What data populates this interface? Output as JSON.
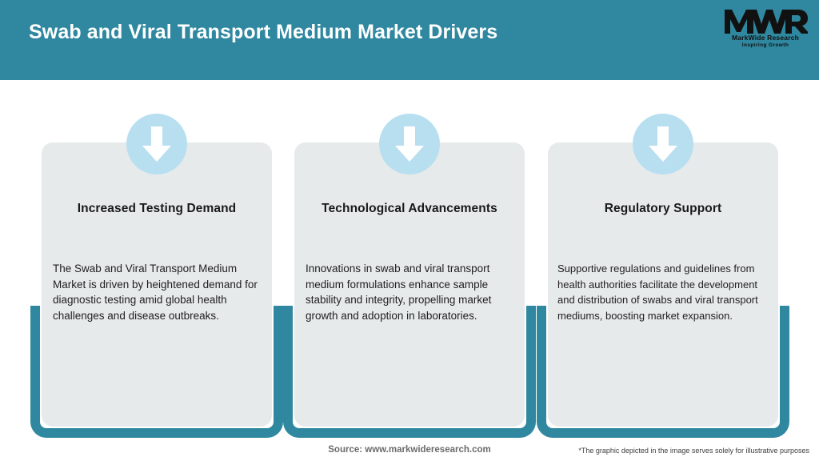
{
  "header": {
    "title": "Swab and Viral Transport Medium Market Drivers",
    "logo": {
      "mark_text": "MWR",
      "name": "MarkWide Research",
      "tagline": "Inspiring Growth"
    }
  },
  "cards": [
    {
      "icon": "down-arrow-icon",
      "title": "Increased Testing Demand",
      "body": "The Swab and Viral Transport Medium Market is driven by heightened demand for diagnostic testing amid global health challenges and disease outbreaks."
    },
    {
      "icon": "down-arrow-icon",
      "title": "Technological Advancements",
      "body": "Innovations in swab and viral transport medium formulations enhance sample stability and integrity, propelling market growth and adoption in laboratories."
    },
    {
      "icon": "down-arrow-icon",
      "title": "Regulatory Support",
      "body": "Supportive regulations and guidelines from health authorities facilitate the development and distribution of swabs and viral transport mediums, boosting market expansion."
    }
  ],
  "footer": {
    "source": "Source: www.markwideresearch.com",
    "disclaimer": "*The graphic depicted in the image serves solely for illustrative purposes"
  },
  "colors": {
    "teal": "#2f88a0",
    "light_blue": "#b8dff0",
    "card_bg": "#e6eaeb",
    "page_bg": "#ffffff"
  }
}
